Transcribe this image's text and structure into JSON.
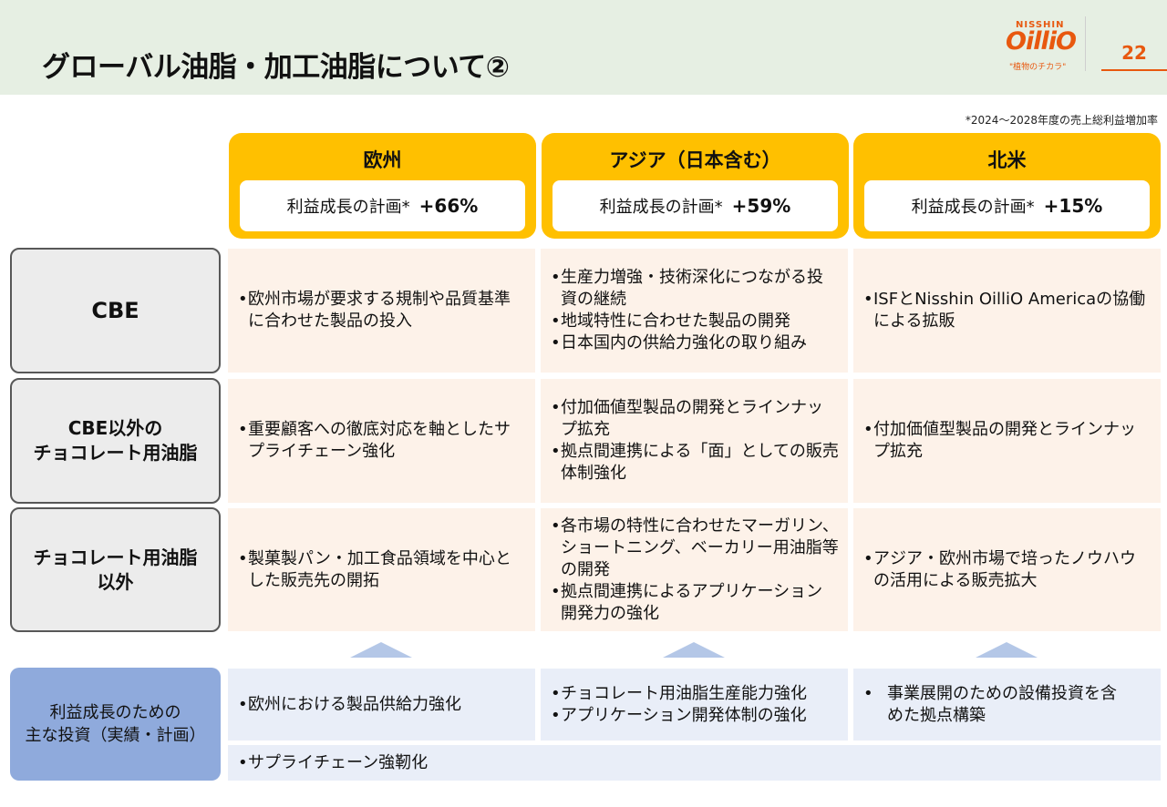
{
  "header": {
    "title": "グローバル油脂・加工油脂について②",
    "logo_top": "NISSHIN",
    "logo_main": "OilliO",
    "logo_sub": "\"植物のチカラ\"",
    "page_number": "22"
  },
  "note": "*2024～2028年度の売上総利益増加率",
  "regions": [
    {
      "name": "欧州",
      "growth_label": "利益成長の計画*",
      "growth_value": "+66%"
    },
    {
      "name": "アジア（日本含む）",
      "growth_label": "利益成長の計画*",
      "growth_value": "+59%"
    },
    {
      "name": "北米",
      "growth_label": "利益成長の計画*",
      "growth_value": "+15%"
    }
  ],
  "rows": [
    {
      "label_lines": [
        "CBE"
      ],
      "cells": [
        [
          "欧州市場が要求する規制や品質基準に合わせた製品の投入"
        ],
        [
          "生産力増強・技術深化につながる投資の継続",
          "地域特性に合わせた製品の開発",
          "日本国内の供給力強化の取り組み"
        ],
        [
          "ISFとNisshin OilliO Americaの協働による拡販"
        ]
      ]
    },
    {
      "label_lines": [
        "CBE以外の",
        "チョコレート用油脂"
      ],
      "cells": [
        [
          "重要顧客への徹底対応を軸としたサプライチェーン強化"
        ],
        [
          "付加価値型製品の開発とラインナップ拡充",
          "拠点間連携による「面」としての販売体制強化"
        ],
        [
          "付加価値型製品の開発とラインナップ拡充"
        ]
      ]
    },
    {
      "label_lines": [
        "チョコレート用油脂",
        "以外"
      ],
      "cells": [
        [
          "製菓製パン・加工食品領域を中心とした販売先の開拓"
        ],
        [
          "各市場の特性に合わせたマーガリン、ショートニング、ベーカリー用油脂等の開発",
          "拠点間連携によるアプリケーション開発力の強化"
        ],
        [
          "アジア・欧州市場で培ったノウハウの活用による販売拡大"
        ]
      ]
    }
  ],
  "investment": {
    "label_lines": [
      "利益成長のための",
      "主な投資（実績・計画）"
    ],
    "cells": [
      [
        "欧州における製品供給力強化"
      ],
      [
        "チョコレート用油脂生産能力強化",
        "アプリケーション開発体制の強化"
      ],
      [
        " 事業展開のための設備投資を含めた拠点構築"
      ]
    ],
    "shared": [
      "サプライチェーン強靭化"
    ]
  },
  "colors": {
    "header_bg": "#e6efe3",
    "region_bg": "#ffc000",
    "cell_bg": "#fdf2e9",
    "investment_label_bg": "#8faadc",
    "investment_cell_bg": "#e9eef8",
    "brand": "#e8580f"
  }
}
